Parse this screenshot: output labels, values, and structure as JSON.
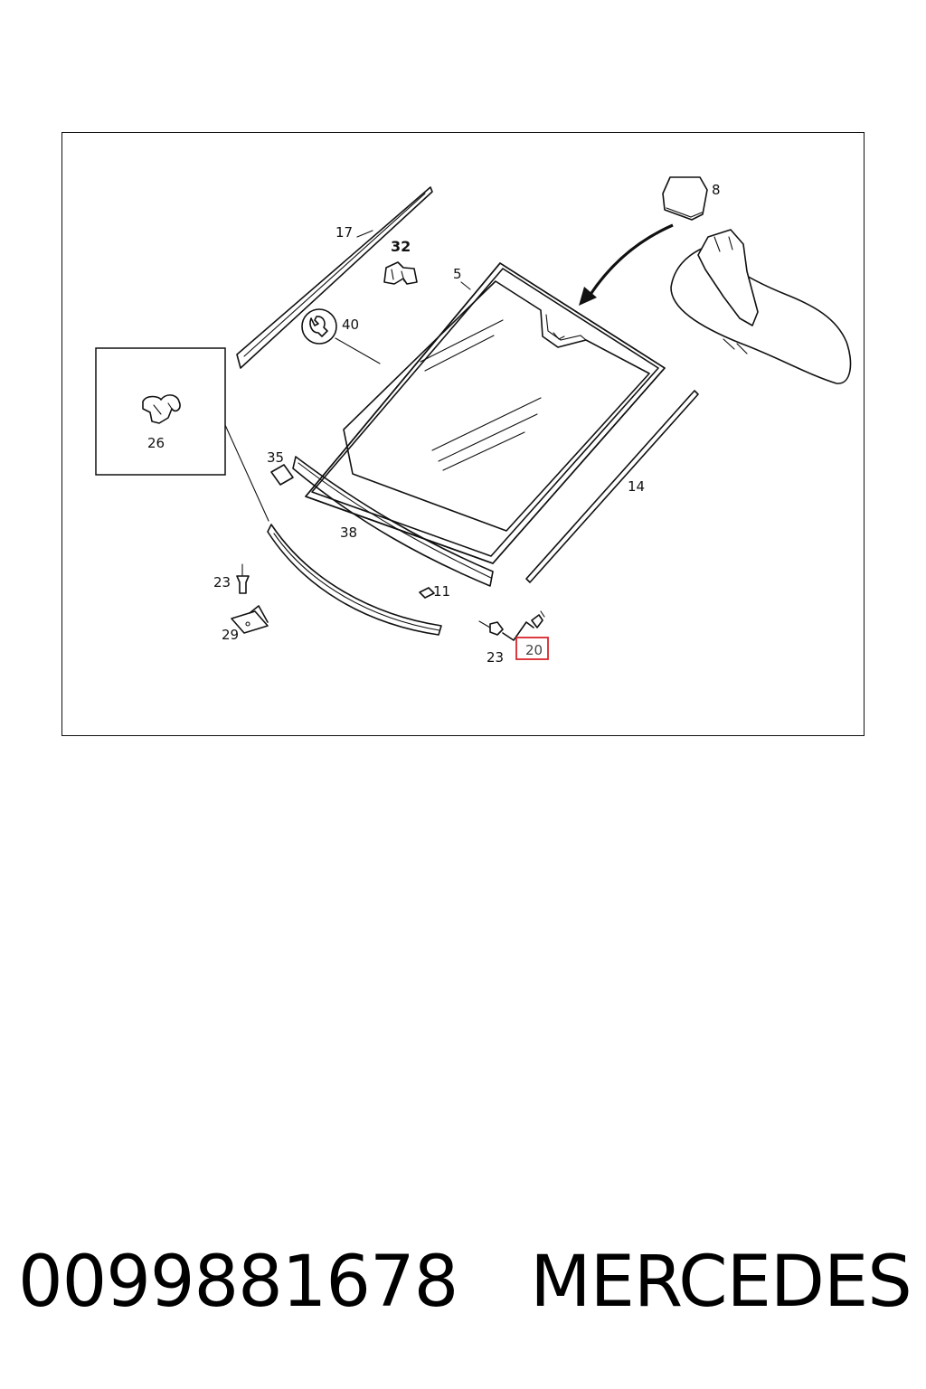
{
  "diagram": {
    "callouts": {
      "c5": "5",
      "c8": "8",
      "c11": "11",
      "c14": "14",
      "c17": "17",
      "c20": "20",
      "c23a": "23",
      "c23b": "23",
      "c26": "26",
      "c29": "29",
      "c32": "32",
      "c35": "35",
      "c38": "38",
      "c40": "40"
    },
    "highlighted_callout": "20",
    "highlight_color": "#d9262c",
    "line_color": "#111111"
  },
  "footer": {
    "part_number": "0099881678",
    "brand": "MERCEDES"
  }
}
